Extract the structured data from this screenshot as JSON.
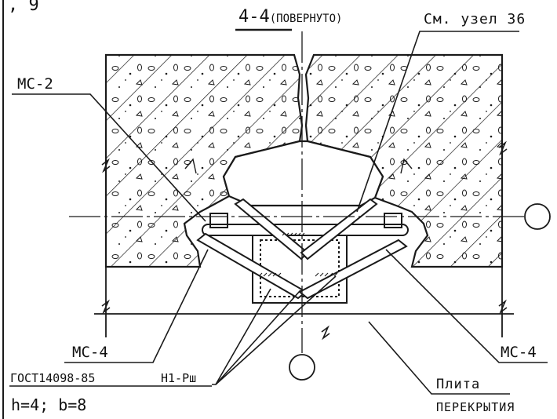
{
  "section": {
    "number": "4-4",
    "note": "(ПОВЕРНУТО)"
  },
  "callouts": {
    "node_ref": "См. узел 36",
    "mc2": "МС-2",
    "mc4_left": "МС-4",
    "mc4_right": "МС-4",
    "gost": "ГОСТ14098-85",
    "weld": "Н1-Рш",
    "weld_dims": "h=4; b=8",
    "slab_line1": "Плита",
    "slab_line2": "перекрытия",
    "top_fragment": ", 9"
  },
  "colors": {
    "ink": "#1a1a1a",
    "paper": "#ffffff"
  }
}
